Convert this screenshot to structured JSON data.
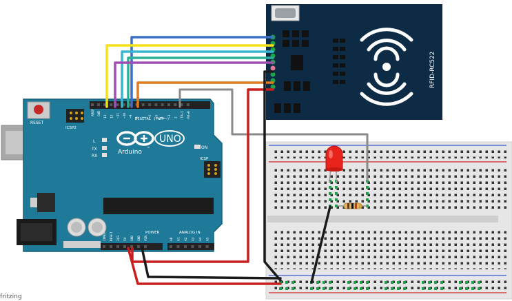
{
  "arduino": {
    "reset_label": "RESET",
    "icsp2_label": "ICSP2",
    "icsp_label": "ICSP",
    "digital_label": "DIGITAL (PWM=~)",
    "tx_label": "TX",
    "rx_label": "RX",
    "l_label": "L",
    "on_label": "ON",
    "brand_label": "Arduino",
    "tm_label": "™",
    "model_label": "UNO",
    "power_label": "POWER",
    "analog_label": "ANALOG IN",
    "aref_label": "AREF",
    "gnd_label": "GND",
    "top_pins": [
      "13",
      "12",
      "~11",
      "~10",
      "~9",
      "8",
      "7",
      "~6",
      "~5",
      "4",
      "~3",
      "2",
      "TX▸1",
      "RX◂0"
    ],
    "bottom_pins": [
      "IOREF",
      "RESET",
      "3V3",
      "5V",
      "GND",
      "GND",
      "VIN",
      "A0",
      "A1",
      "A2",
      "A3",
      "A4",
      "A5"
    ]
  },
  "rfid": {
    "label": "RFID-RC522"
  },
  "colors": {
    "board": "#1f7a99",
    "rfid_board": "#0d2b45",
    "breadboard": "#e8e8e8",
    "wire_blue": "#3a6fc8",
    "wire_yellow": "#f3e11b",
    "wire_cyan": "#36b7cf",
    "wire_teal": "#2bb09a",
    "wire_purple": "#a04fb3",
    "wire_orange": "#e07b1e",
    "wire_gray": "#8a8a8a",
    "wire_red": "#c81e1e",
    "wire_black": "#1a1a1a",
    "led_red": "#e8231b",
    "rail_green": "#1fa04a"
  },
  "watermark": "fritzing"
}
